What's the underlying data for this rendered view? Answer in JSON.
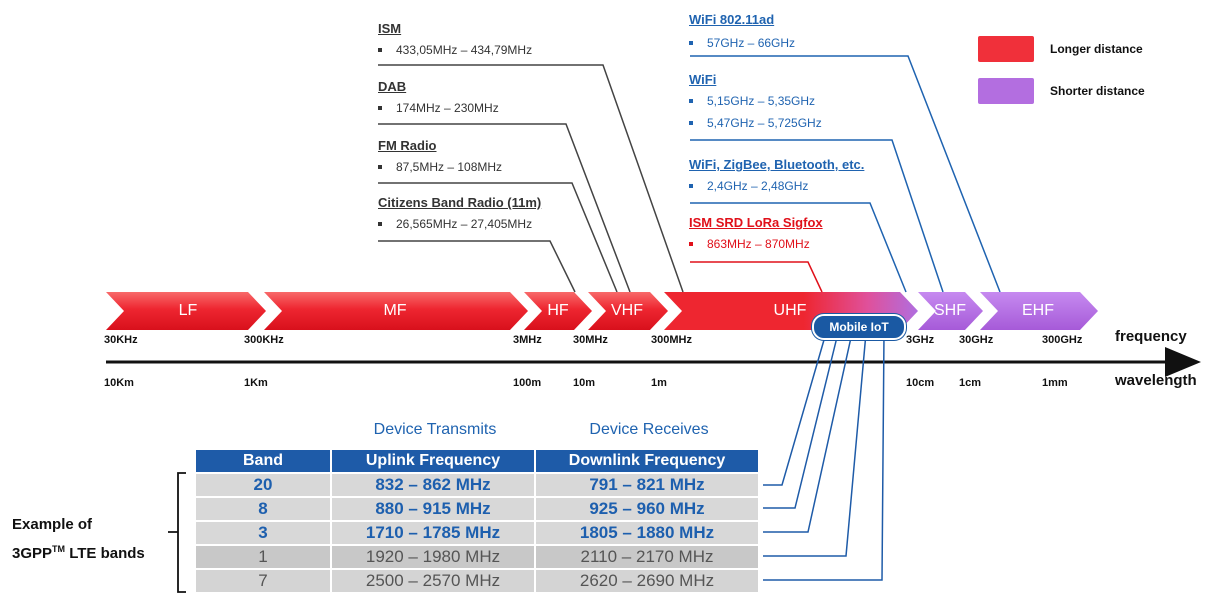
{
  "applications_left": [
    {
      "title": "ISM",
      "items": [
        "433,05MHz – 434,79MHz"
      ]
    },
    {
      "title": "DAB",
      "items": [
        "174MHz – 230MHz"
      ]
    },
    {
      "title": "FM Radio",
      "items": [
        "87,5MHz – 108MHz"
      ]
    },
    {
      "title": "Citizens Band Radio (11m)",
      "items": [
        "26,565MHz – 27,405MHz"
      ]
    }
  ],
  "applications_right": [
    {
      "title": "WiFi 802.11ad",
      "items": [
        "57GHz – 66GHz"
      ]
    },
    {
      "title": "WiFi",
      "items": [
        "5,15GHz – 5,35GHz",
        "5,47GHz – 5,725GHz"
      ]
    },
    {
      "title": "WiFi, ZigBee, Bluetooth, etc.",
      "items": [
        "2,4GHz – 2,48GHz"
      ]
    },
    {
      "title": "ISM SRD LoRa Sigfox",
      "items": [
        "863MHz – 870MHz"
      ]
    }
  ],
  "legend": [
    {
      "label": "Longer distance",
      "color": "#f0303a"
    },
    {
      "label": "Shorter distance",
      "color": "#b36ee0"
    }
  ],
  "bands": [
    "LF",
    "MF",
    "HF",
    "VHF",
    "UHF",
    "SHF",
    "EHF"
  ],
  "mobile_iot_label": "Mobile IoT",
  "frequency_ticks": [
    "30KHz",
    "300KHz",
    "3MHz",
    "30MHz",
    "300MHz",
    "3GHz",
    "30GHz",
    "300GHz"
  ],
  "wavelength_ticks": [
    "10Km",
    "1Km",
    "100m",
    "10m",
    "1m",
    "10cm",
    "1cm",
    "1mm"
  ],
  "axis": {
    "frequency": "frequency",
    "wavelength": "wavelength"
  },
  "lte_table": {
    "top_labels": [
      "Device Transmits",
      "Device Receives"
    ],
    "headers": [
      "Band",
      "Uplink Frequency",
      "Downlink Frequency"
    ],
    "rows": [
      {
        "band": "20",
        "uplink": "832 – 862 MHz",
        "downlink": "791 – 821 MHz",
        "highlight": true
      },
      {
        "band": "8",
        "uplink": "880 – 915 MHz",
        "downlink": "925 – 960 MHz",
        "highlight": true
      },
      {
        "band": "3",
        "uplink": "1710 – 1785 MHz",
        "downlink": "1805 – 1880 MHz",
        "highlight": true
      },
      {
        "band": "1",
        "uplink": "1920 – 1980 MHz",
        "downlink": "2110 – 2170 MHz",
        "highlight": false
      },
      {
        "band": "7",
        "uplink": "2500 – 2570 MHz",
        "downlink": "2620 – 2690 MHz",
        "highlight": false
      }
    ],
    "caption_line1": "Example of",
    "caption_prefix": "3GPP",
    "caption_sup": "TM",
    "caption_suffix": " LTE bands"
  }
}
